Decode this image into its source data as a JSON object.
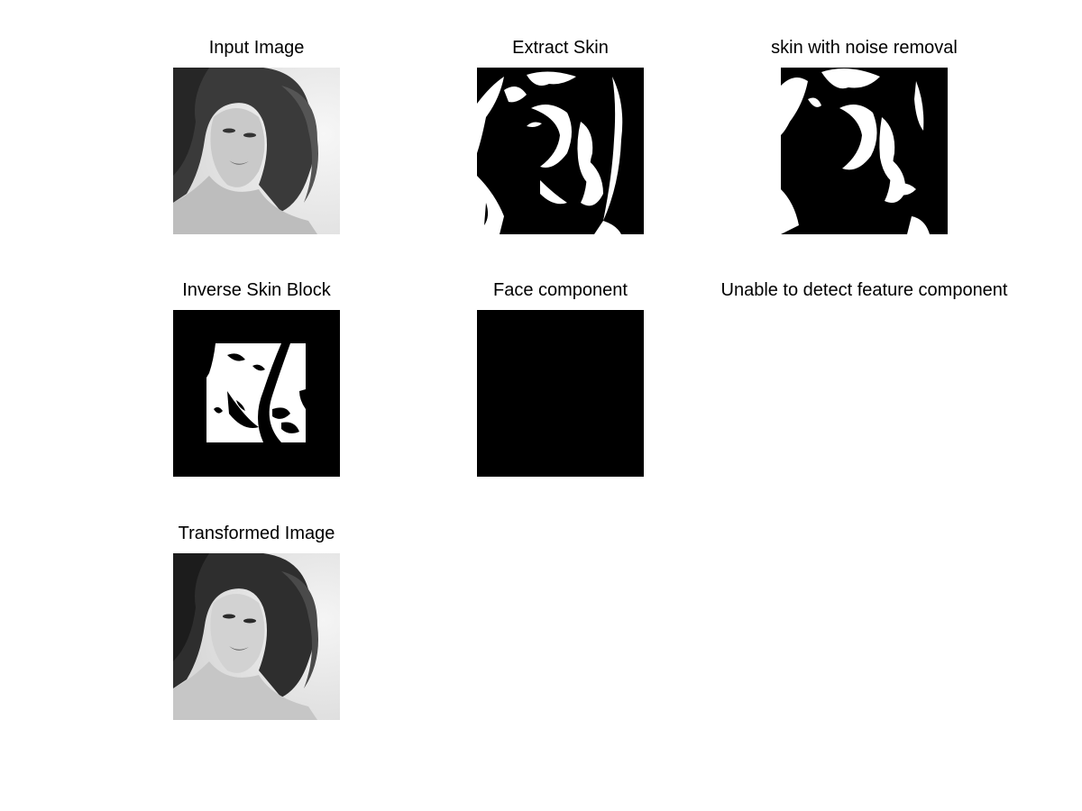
{
  "figure": {
    "panels": [
      {
        "title": "Input Image",
        "image": "grayscale-portrait"
      },
      {
        "title": "Extract Skin",
        "image": "binary-skin-mask"
      },
      {
        "title": "skin with noise removal",
        "image": "binary-skin-mask-denoised"
      },
      {
        "title": "Inverse Skin Block",
        "image": "inverse-skin-block"
      },
      {
        "title": "Face component",
        "image": "black-image"
      },
      {
        "title": "Unable to detect feature component",
        "image": ""
      },
      {
        "title": "Transformed Image",
        "image": "grayscale-portrait"
      }
    ]
  },
  "colors": {
    "background": "#ffffff",
    "mask_black": "#000000",
    "mask_white": "#ffffff"
  }
}
